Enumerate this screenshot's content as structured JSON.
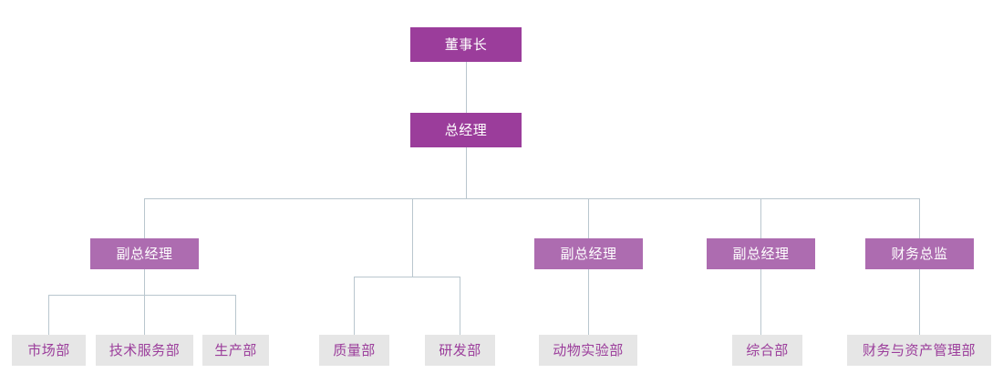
{
  "chart_title": "",
  "colors": {
    "level1_box": "#9b3d9b",
    "level2_box": "#ad6cb0",
    "leaf_box": "#e6e6e6",
    "leaf_text": "#9b3d9b",
    "box_text": "#ffffff",
    "connector_line": "#b9c6ce",
    "background": "#ffffff"
  },
  "chart_data": {
    "type": "diagram",
    "diagram_kind": "organization-chart",
    "orientation": "top-down",
    "levels": 3,
    "nodes": [
      {
        "id": "n1",
        "label": "董事长",
        "level": 1,
        "parent": null
      },
      {
        "id": "n2",
        "label": "总经理",
        "level": 1,
        "parent": "n1"
      },
      {
        "id": "n3",
        "label": "副总经理",
        "level": 2,
        "parent": "n2"
      },
      {
        "id": "n4",
        "label": "副总经理",
        "level": 2,
        "parent": "n2"
      },
      {
        "id": "n5",
        "label": "副总经理",
        "level": 2,
        "parent": "n2"
      },
      {
        "id": "n6",
        "label": "财务总监",
        "level": 2,
        "parent": "n2"
      },
      {
        "id": "d1",
        "label": "市场部",
        "level": 3,
        "parent": "n3"
      },
      {
        "id": "d2",
        "label": "技术服务部",
        "level": 3,
        "parent": "n3"
      },
      {
        "id": "d3",
        "label": "生产部",
        "level": 3,
        "parent": "n3"
      },
      {
        "id": "d4",
        "label": "质量部",
        "level": 3,
        "parent": "n2"
      },
      {
        "id": "d5",
        "label": "研发部",
        "level": 3,
        "parent": "n2"
      },
      {
        "id": "d6",
        "label": "动物实验部",
        "level": 3,
        "parent": "n4"
      },
      {
        "id": "d7",
        "label": "综合部",
        "level": 3,
        "parent": "n5"
      },
      {
        "id": "d8",
        "label": "财务与资产管理部",
        "level": 3,
        "parent": "n6"
      }
    ]
  },
  "boxes": {
    "chairman": {
      "label": "董事长"
    },
    "general_manager": {
      "label": "总经理"
    },
    "deputy_gm_1": {
      "label": "副总经理"
    },
    "deputy_gm_2": {
      "label": "副总经理"
    },
    "deputy_gm_3": {
      "label": "副总经理"
    },
    "finance_director": {
      "label": "财务总监"
    },
    "dept_marketing": {
      "label": "市场部"
    },
    "dept_tech_service": {
      "label": "技术服务部"
    },
    "dept_production": {
      "label": "生产部"
    },
    "dept_quality": {
      "label": "质量部"
    },
    "dept_rnd": {
      "label": "研发部"
    },
    "dept_animal_lab": {
      "label": "动物实验部"
    },
    "dept_general_affairs": {
      "label": "综合部"
    },
    "dept_finance_asset": {
      "label": "财务与资产管理部"
    }
  }
}
